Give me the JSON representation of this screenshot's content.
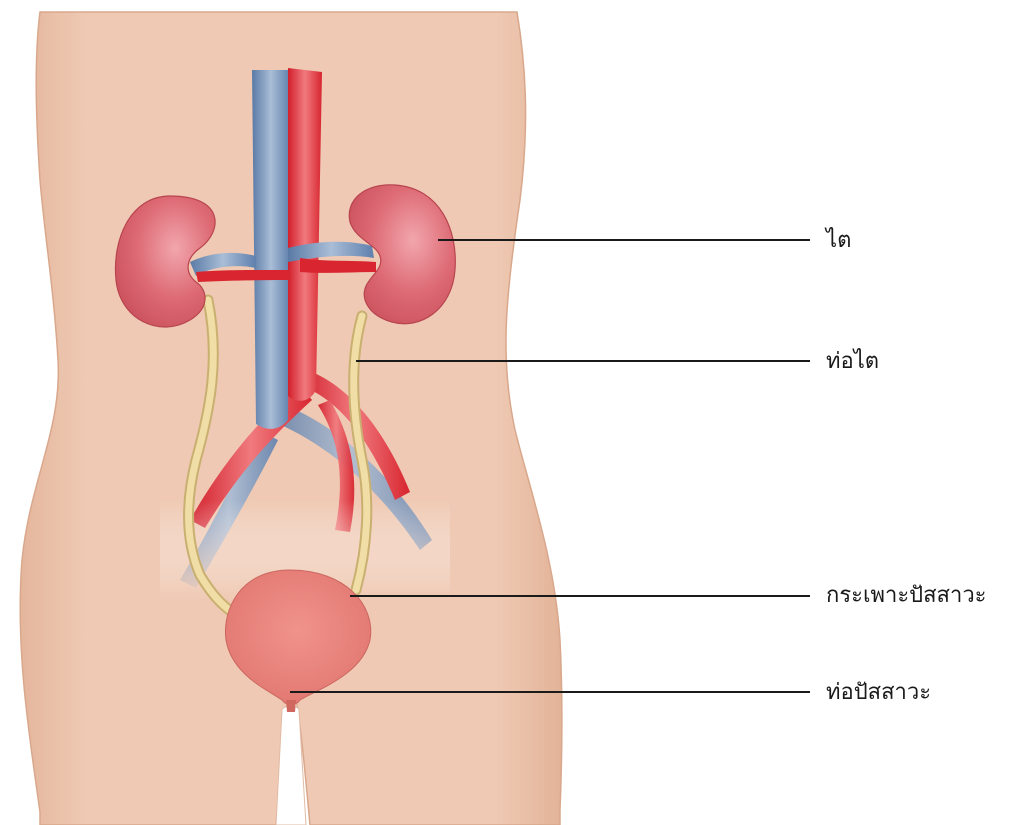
{
  "labels": {
    "kidney": "ไต",
    "ureter": "ท่อไต",
    "bladder": "กระเพาะปัสสาวะ",
    "urethra": "ท่อปัสสาวะ"
  },
  "colors": {
    "skin": "#efc9b3",
    "skin_edge": "#d9a88c",
    "kidney": "#d65a66",
    "artery": "#e0303a",
    "vein": "#6f8fb8",
    "ureter": "#e9d49a",
    "bladder": "#e9807a",
    "leader_line": "#1a1a1a"
  }
}
